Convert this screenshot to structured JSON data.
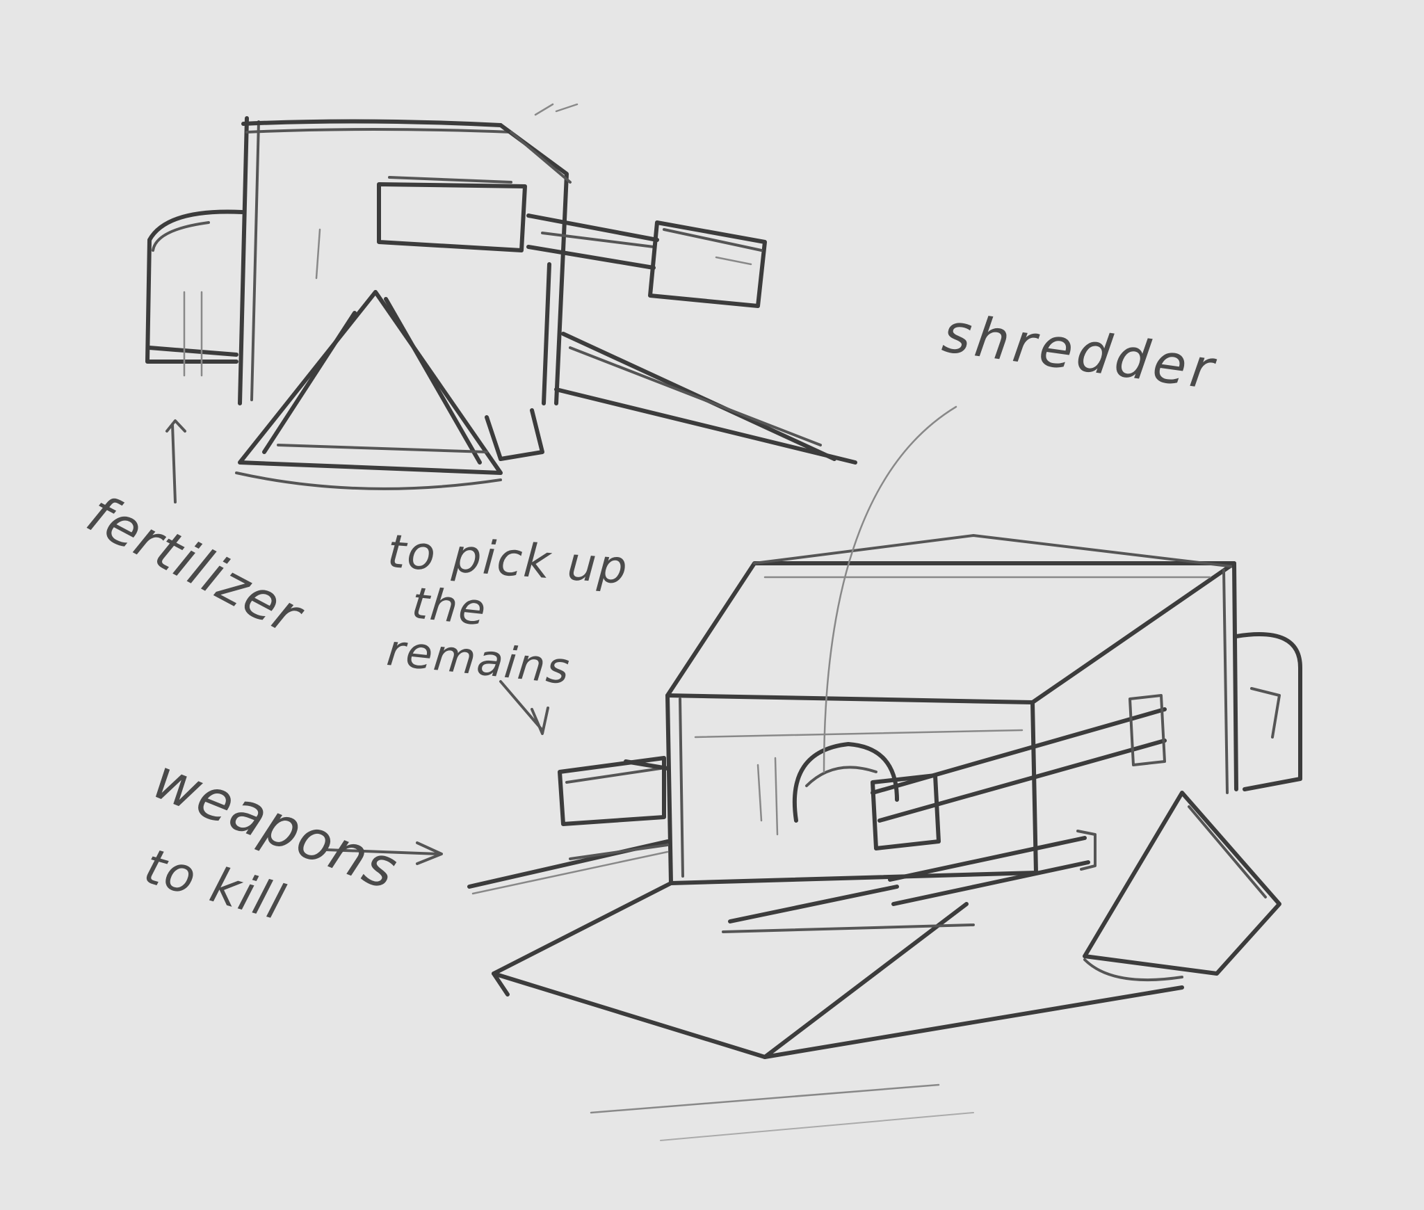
{
  "canvas": {
    "background": "#e6e6e6",
    "stroke_color": "#3c3c3c"
  },
  "labels": {
    "shredder": "shredder",
    "fertilizer": "fertilizer",
    "pickup_line1": "to pick up",
    "pickup_line2": "the",
    "pickup_line3": "remains",
    "weapons": "weapons",
    "to_kill": "to kill"
  }
}
